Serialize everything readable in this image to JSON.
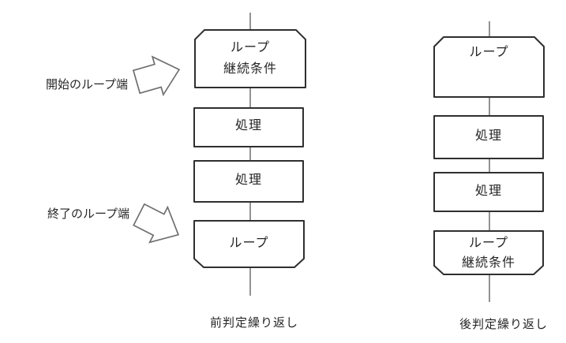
{
  "style": {
    "line": "#595959",
    "shape-border": "#2f2f2f",
    "text": "#262626",
    "arrow": "#707070",
    "bg": "#ffffff"
  },
  "annotations": {
    "start_loop_label": "開始のループ端",
    "end_loop_label": "終了のループ端"
  },
  "left_flow": {
    "caption": "前判定繰り返し",
    "nodes": [
      {
        "type": "loop-start",
        "lines": [
          "ループ",
          "継続条件"
        ]
      },
      {
        "type": "process",
        "lines": [
          "処理"
        ]
      },
      {
        "type": "process",
        "lines": [
          "処理"
        ]
      },
      {
        "type": "loop-end",
        "lines": [
          "ループ"
        ]
      }
    ]
  },
  "right_flow": {
    "caption": "後判定繰り返し",
    "nodes": [
      {
        "type": "loop-start",
        "lines": [
          "ループ"
        ]
      },
      {
        "type": "process",
        "lines": [
          "処理"
        ]
      },
      {
        "type": "process",
        "lines": [
          "処理"
        ]
      },
      {
        "type": "loop-end",
        "lines": [
          "ループ",
          "継続条件"
        ]
      }
    ]
  }
}
